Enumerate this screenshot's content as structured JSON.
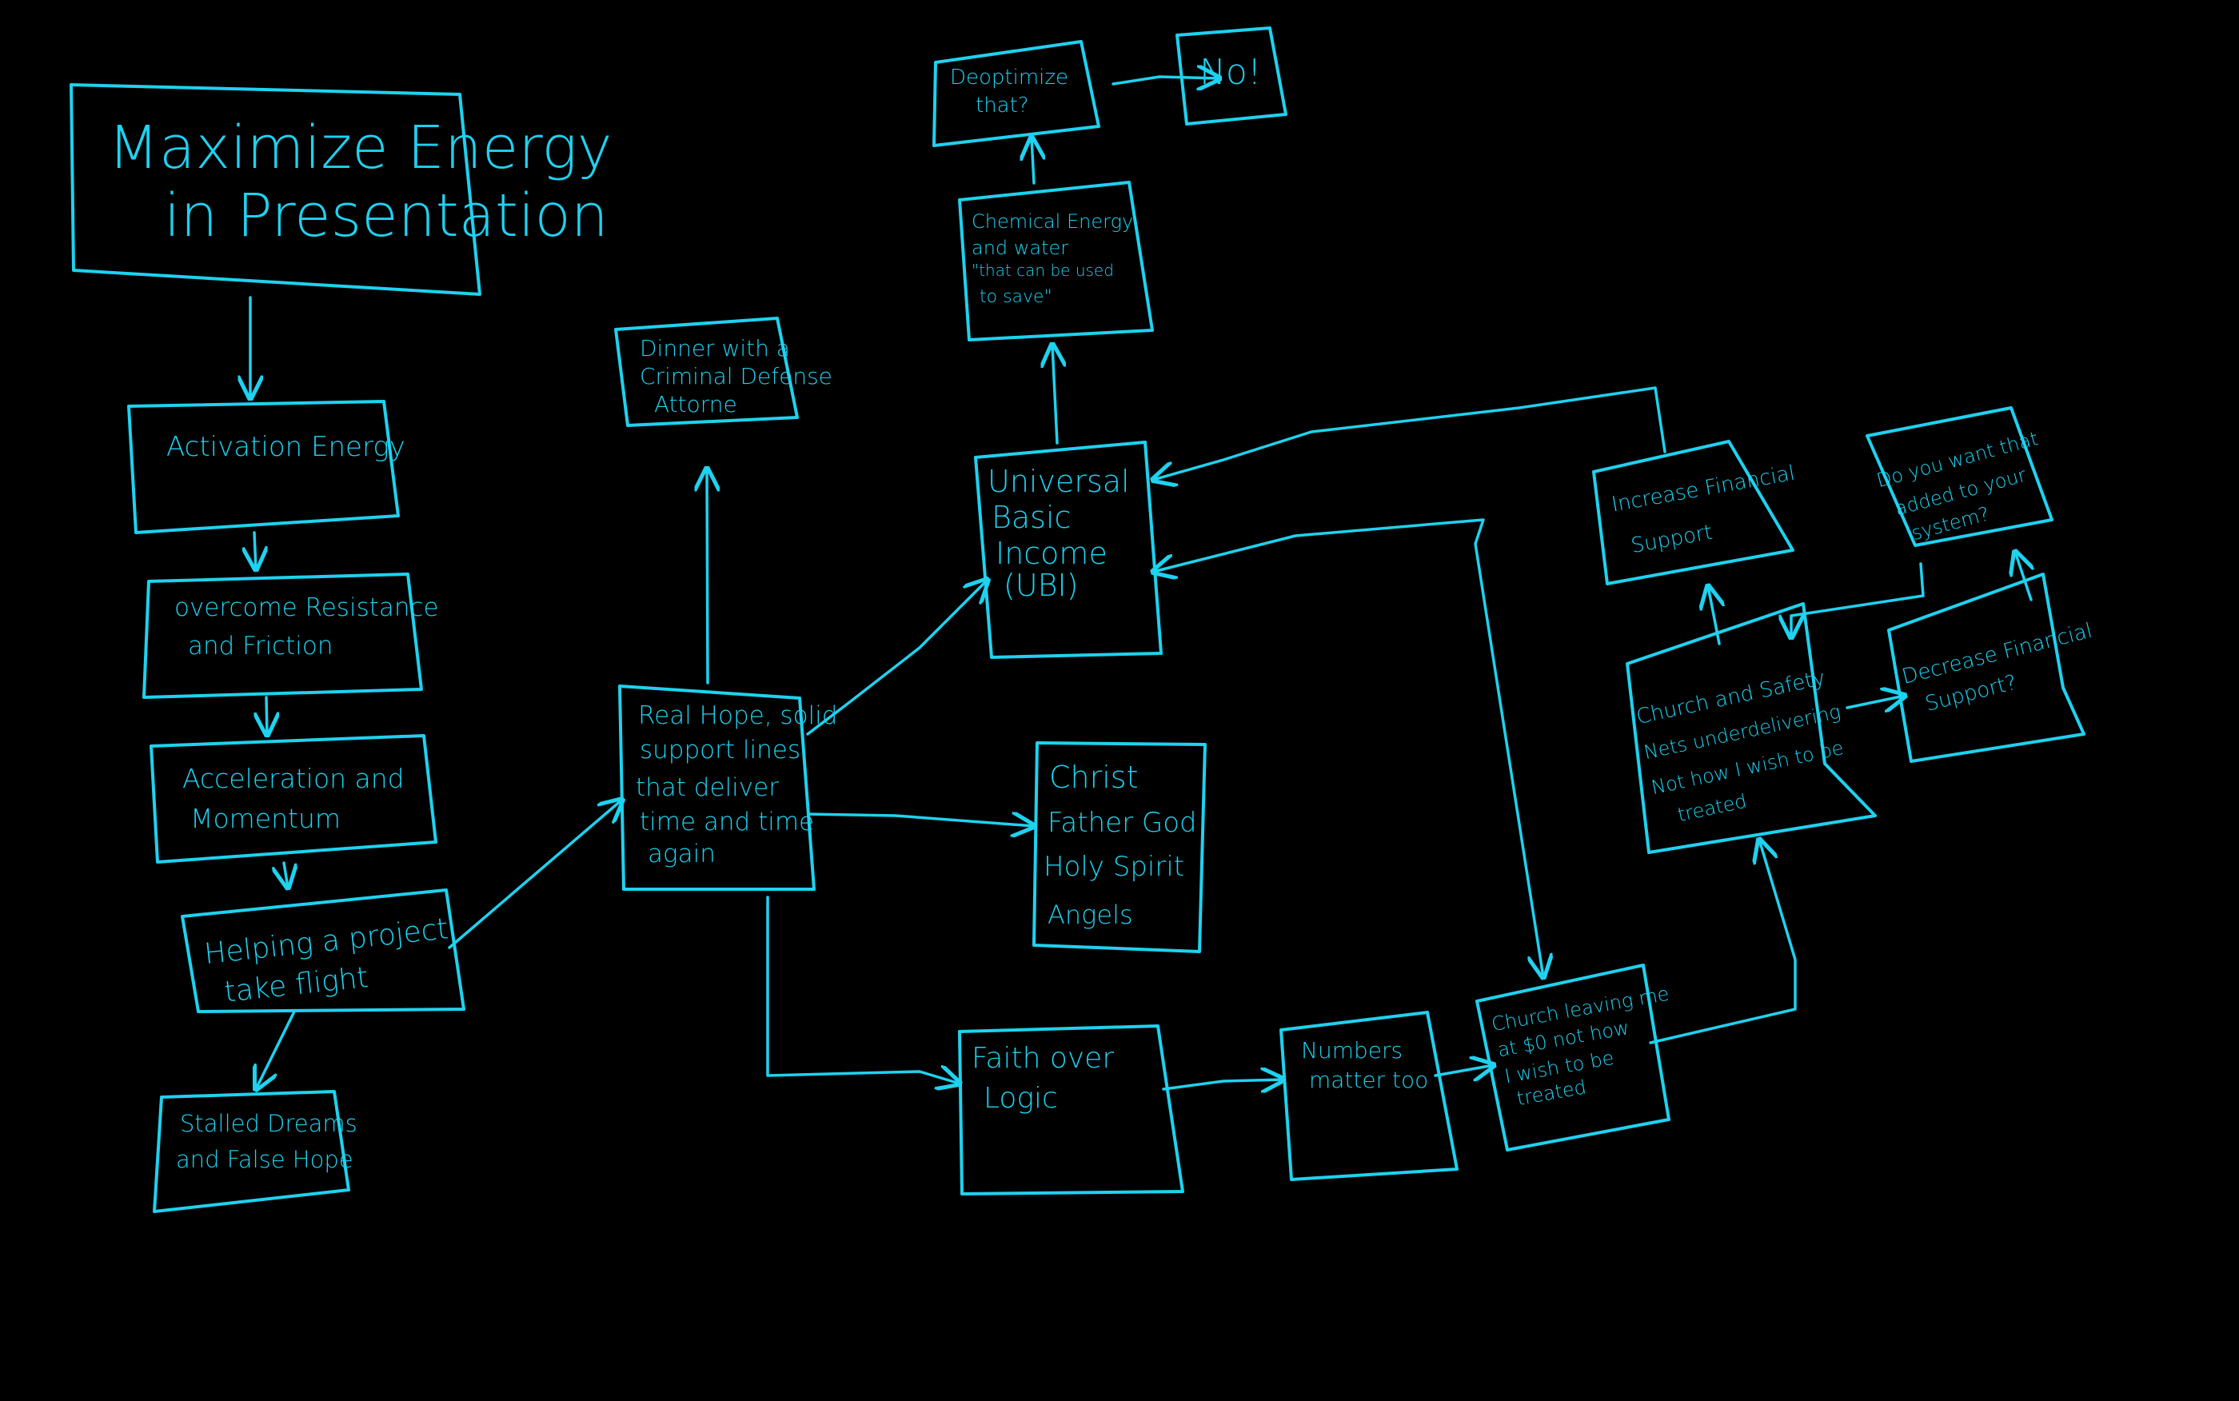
{
  "stroke_color": "#1ed2f0",
  "background": "#000000",
  "nodes": {
    "title": {
      "lines": [
        "Maximize Energy",
        "in Presentation"
      ]
    },
    "activation": {
      "lines": [
        "Activation Energy"
      ]
    },
    "overcome": {
      "lines": [
        "overcome Resistance",
        "and Friction"
      ]
    },
    "acceleration": {
      "lines": [
        "Acceleration and",
        "Momentum"
      ]
    },
    "helping": {
      "lines": [
        "Helping a project",
        "take flight"
      ]
    },
    "stalled": {
      "lines": [
        "Stalled Dreams",
        "and False Hope"
      ]
    },
    "real_hope": {
      "lines": [
        "Real Hope, solid",
        "support lines",
        "that deliver",
        "time and time",
        "again"
      ]
    },
    "dinner": {
      "lines": [
        "Dinner with a",
        "Criminal Defense",
        "Attorne"
      ]
    },
    "ubi": {
      "lines": [
        "Universal",
        "Basic",
        "Income",
        "(UBI)"
      ]
    },
    "chemical": {
      "lines": [
        "Chemical Energy",
        "and water",
        "\"that can be used",
        "to save\""
      ]
    },
    "deoptimize": {
      "lines": [
        "Deoptimize",
        "that?"
      ]
    },
    "no": {
      "lines": [
        "No!"
      ]
    },
    "christ": {
      "lines": [
        "Christ",
        "Father God",
        "Holy Spirit",
        "Angels"
      ]
    },
    "faith": {
      "lines": [
        "Faith over",
        "Logic"
      ]
    },
    "numbers": {
      "lines": [
        "Numbers",
        "matter too"
      ]
    },
    "church_leaving": {
      "lines": [
        "Church leaving me",
        "at $0 not how",
        "I wish to be",
        "treated"
      ]
    },
    "church_safety": {
      "lines": [
        "Church and Safety",
        "Nets underdelivering",
        "Not how I wish to be",
        "treated"
      ]
    },
    "increase": {
      "lines": [
        "Increase Financial",
        "Support"
      ]
    },
    "do_you_want": {
      "lines": [
        "Do you want that",
        "added to your",
        "system?"
      ]
    },
    "decrease": {
      "lines": [
        "Decrease Financial",
        "Support?"
      ]
    }
  }
}
